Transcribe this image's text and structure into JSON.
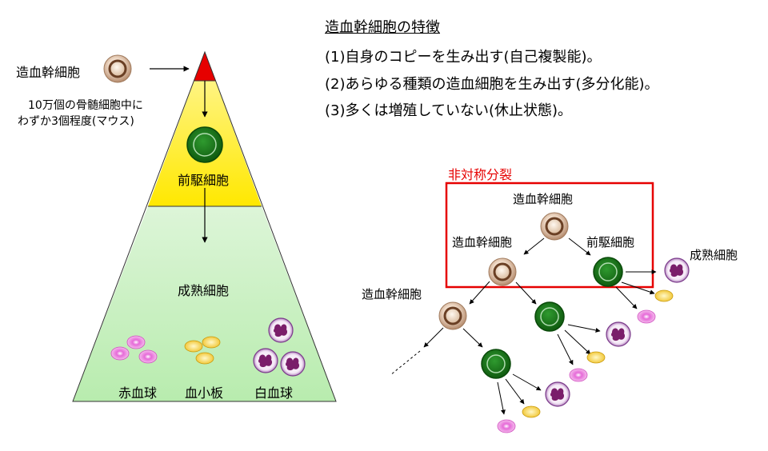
{
  "pyramid": {
    "hsc_label": "造血幹細胞",
    "hsc_note_line1": "10万個の骨髄細胞中に",
    "hsc_note_line2": "わずか3個程度(マウス)",
    "progenitor_label": "前駆細胞",
    "mature_label": "成熟細胞",
    "rbc_label": "赤血球",
    "platelet_label": "血小板",
    "wbc_label": "白血球"
  },
  "features": {
    "title": "造血幹細胞の特徴",
    "items": [
      "(1)自身のコピーを生み出す(自己複製能)。",
      "(2)あらゆる種類の造血細胞を生み出す(多分化能)。",
      "(3)多くは増殖していない(休止状態)。"
    ]
  },
  "division": {
    "title": "非対称分裂",
    "top_hsc": "造血幹細胞",
    "daughter_hsc": "造血幹細胞",
    "daughter_progenitor": "前駆細胞",
    "mature": "成熟細胞",
    "next_hsc": "造血幹細胞"
  },
  "colors": {
    "accent_red": "#e60000",
    "progenitor_green": "#1e7a1e",
    "hsc_brown": "#8a5a3c",
    "rbc_pink": "#e060d0",
    "platelet_yellow": "#f0c020",
    "wbc_purple": "#8a2a7a"
  }
}
